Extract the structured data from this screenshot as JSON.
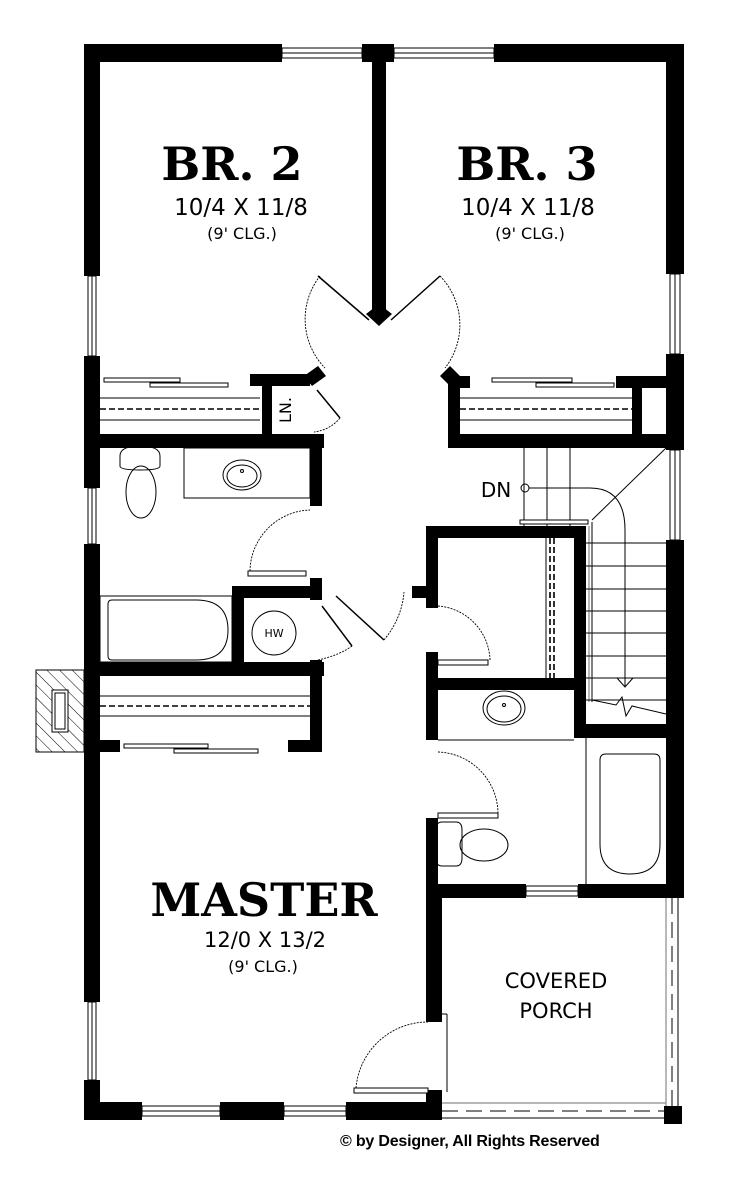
{
  "plan": {
    "rooms": [
      {
        "id": "br2",
        "name": "BR. 2",
        "dimensions": "10/4 X 11/8",
        "ceiling": "(9' CLG.)"
      },
      {
        "id": "br3",
        "name": "BR. 3",
        "dimensions": "10/4 X 11/8",
        "ceiling": "(9' CLG.)"
      },
      {
        "id": "master",
        "name": "MASTER",
        "dimensions": "12/0 X 13/2",
        "ceiling": "(9' CLG.)"
      }
    ],
    "porch": {
      "line1": "COVERED",
      "line2": "PORCH"
    },
    "linen_label": "LN.",
    "water_heater_label": "WH",
    "stair_label": "DN",
    "colors": {
      "wall": "#000000",
      "background": "#ffffff",
      "hatch": "#000000"
    }
  },
  "footer": {
    "copyright": "© by Designer, All Rights Reserved"
  }
}
